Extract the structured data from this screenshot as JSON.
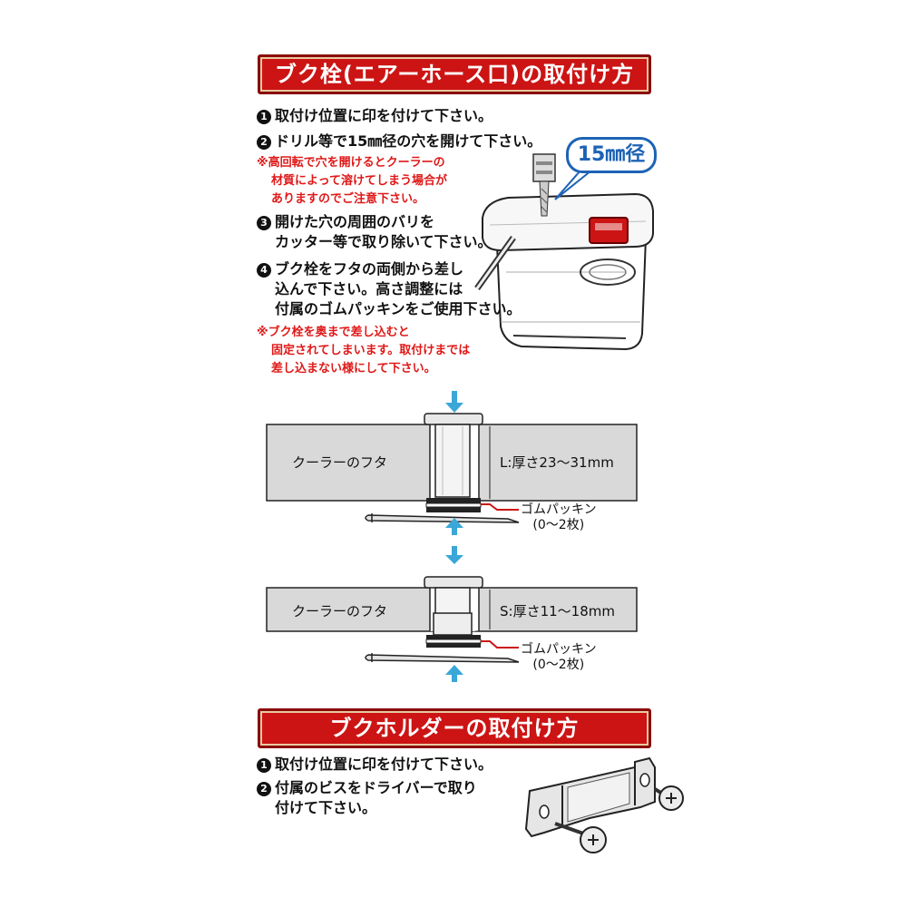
{
  "section1": {
    "title": "ブク栓(エアーホース口)の取付け方",
    "steps": [
      {
        "num": "1",
        "lines": [
          "取付け位置に印を付けて下さい。"
        ]
      },
      {
        "num": "2",
        "lines": [
          "ドリル等で15㎜径の穴を開けて下さい。"
        ]
      },
      {
        "num": "3",
        "lines": [
          "開けた穴の周囲のバリを",
          "カッター等で取り除いて下さい。"
        ]
      },
      {
        "num": "4",
        "lines": [
          "ブク栓をフタの両側から差し",
          "込んで下さい。高さ調整には",
          "付属のゴムパッキンをご使用下さい。"
        ]
      }
    ],
    "warning1": [
      "※高回転で穴を開けるとクーラーの",
      "材質によって溶けてしまう場合が",
      "ありますのでご注意下さい。"
    ],
    "warning2": [
      "※ブク栓を奥まで差し込むと",
      "固定されてしまいます。取付けまでは",
      "差し込まない様にして下さい。"
    ],
    "callout": "15㎜径"
  },
  "diagram_top": {
    "lid_label": "クーラーのフタ",
    "thickness_label": "L:厚さ23〜31mm",
    "gasket_label": "ゴムパッキン",
    "gasket_count": "(0〜2枚)"
  },
  "diagram_bottom": {
    "lid_label": "クーラーのフタ",
    "thickness_label": "S:厚さ11〜18mm",
    "gasket_label": "ゴムパッキン",
    "gasket_count": "(0〜2枚)"
  },
  "section2": {
    "title": "ブクホルダーの取付け方",
    "steps": [
      {
        "num": "1",
        "lines": [
          "取付け位置に印を付けて下さい。"
        ]
      },
      {
        "num": "2",
        "lines": [
          "付属のビスをドライバーで取り",
          "付けて下さい。"
        ]
      }
    ]
  },
  "colors": {
    "banner": "#cc1414",
    "warning": "#e01818",
    "arrow": "#3aa7d8",
    "callout": "#1d63b5",
    "lid": "#d9d9d9"
  }
}
